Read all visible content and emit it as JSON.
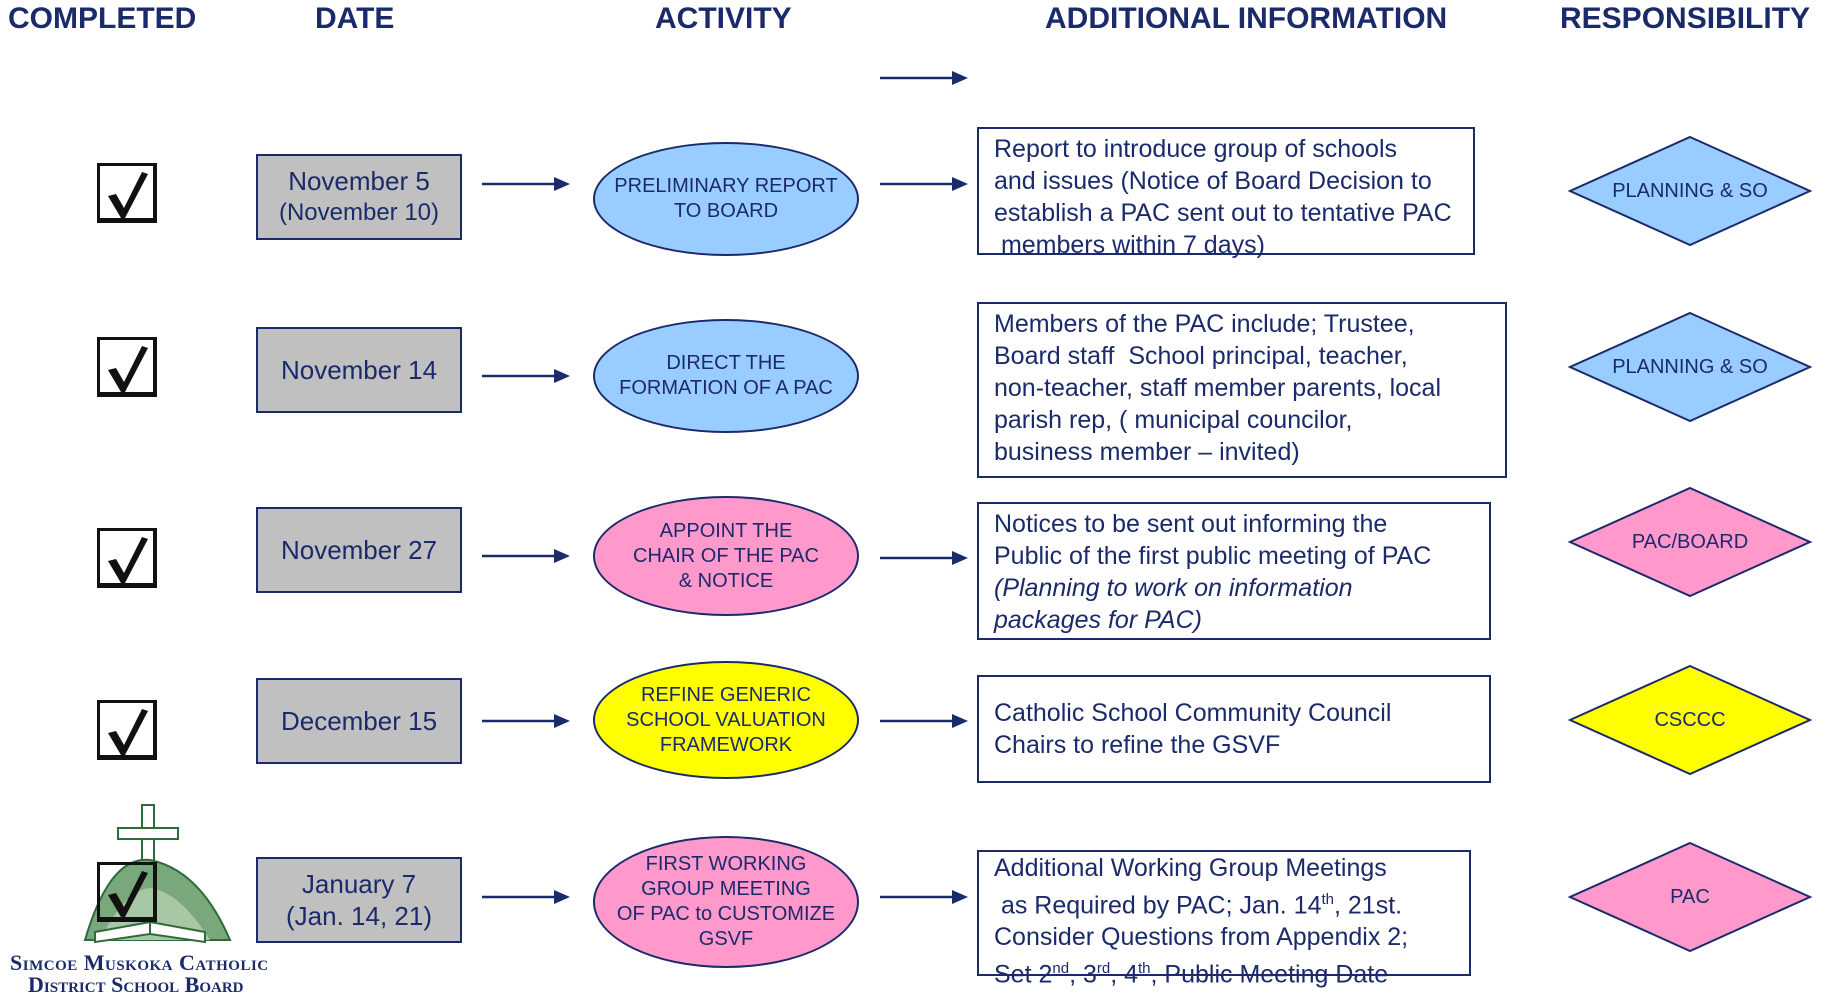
{
  "headers": {
    "completed": "COMPLETED",
    "date": "DATE",
    "activity": "ACTIVITY",
    "additional_information": "ADDITIONAL INFORMATION",
    "responsibility": "RESPONSIBILITY"
  },
  "rows": [
    {
      "completed": true,
      "date_line1": "November 5",
      "date_line2": "(November 10)",
      "activity_lines": [
        "PRELIMINARY REPORT",
        "TO BOARD"
      ],
      "activity_color": "#99ccff",
      "info_lines": [
        "Report to introduce group of schools",
        "and issues (Notice of Board Decision to",
        "establish a PAC sent out to tentative PAC",
        " members within 7 days)"
      ],
      "responsibility": "PLANNING & SO",
      "responsibility_color": "#99ccff"
    },
    {
      "completed": true,
      "date_line1": "November 14",
      "activity_lines": [
        "DIRECT THE",
        "FORMATION OF A PAC"
      ],
      "activity_color": "#99ccff",
      "info_lines": [
        "Members of the PAC include; Trustee,",
        "Board staff  School principal, teacher,",
        "non-teacher, staff member parents, local",
        "parish rep, ( municipal councilor,",
        "business member – invited)"
      ],
      "responsibility": "PLANNING & SO",
      "responsibility_color": "#99ccff"
    },
    {
      "completed": true,
      "date_line1": "November 27",
      "activity_lines": [
        "APPOINT THE",
        "CHAIR OF THE PAC",
        "& NOTICE"
      ],
      "activity_color": "#ff99cc",
      "info_lines": [
        "Notices to be sent out informing the",
        "Public of the first public meeting of PAC"
      ],
      "info_italic_lines": [
        "(Planning to work on information",
        "packages for PAC)"
      ],
      "responsibility": "PAC/BOARD",
      "responsibility_color": "#ff99cc"
    },
    {
      "completed": true,
      "date_line1": "December 15",
      "activity_lines": [
        "REFINE GENERIC",
        "SCHOOL VALUATION",
        "FRAMEWORK"
      ],
      "activity_color": "#ffff00",
      "info_lines": [
        "Catholic School Community Council",
        "Chairs to refine the GSVF"
      ],
      "responsibility": "CSCCC",
      "responsibility_color": "#ffff00"
    },
    {
      "completed": true,
      "date_line1": "January 7",
      "date_line2": "(Jan. 14, 21)",
      "activity_lines": [
        "FIRST WORKING",
        "GROUP MEETING",
        "OF PAC to CUSTOMIZE",
        "GSVF"
      ],
      "activity_color": "#ff99cc",
      "info_line1": "Additional Working Group Meetings",
      "info_line2_pre": " as Required by PAC; Jan. 14",
      "info_line2_sup": "th",
      "info_line2_post": ", 21st.",
      "info_line3": "Consider Questions from Appendix 2;",
      "info_line4_a": "Set 2",
      "info_line4_sup1": "nd",
      "info_line4_b": ", 3",
      "info_line4_sup2": "rd",
      "info_line4_c": ", 4",
      "info_line4_sup3": "th",
      "info_line4_d": ", Public Meeting Date",
      "responsibility": "PAC",
      "responsibility_color": "#ff99cc"
    }
  ],
  "logo": {
    "line1": "Simcoe Muskoka Catholic",
    "line2": "District School Board"
  }
}
